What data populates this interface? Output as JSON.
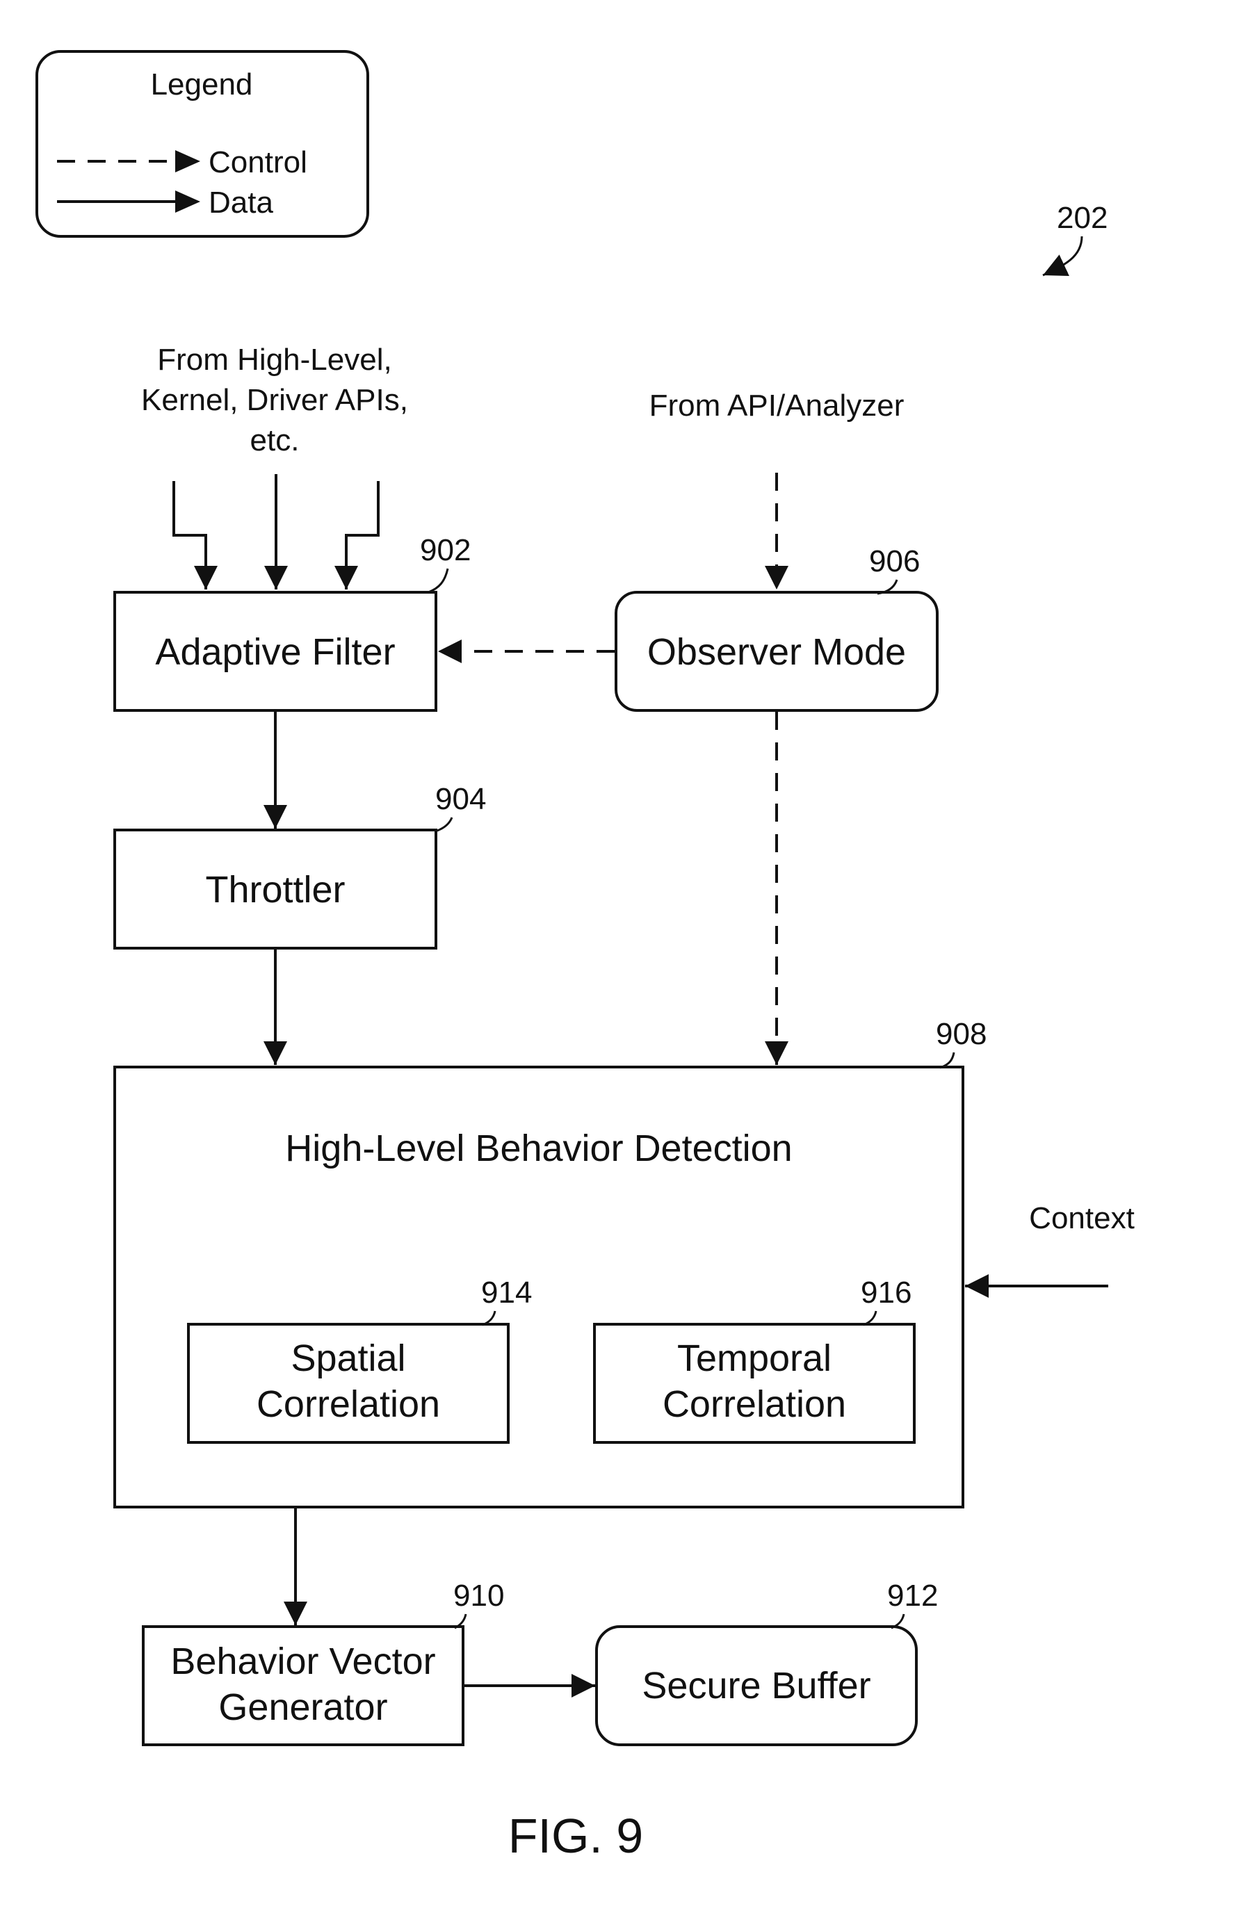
{
  "legend": {
    "title": "Legend",
    "control_label": "Control",
    "data_label": "Data"
  },
  "figure_ref": "202",
  "inputs": {
    "apis_line1": "From High-Level,",
    "apis_line2": "Kernel, Driver APIs,",
    "apis_line3": "etc.",
    "analyzer": "From API/Analyzer",
    "context": "Context"
  },
  "blocks": {
    "adaptive_filter": {
      "label": "Adaptive Filter",
      "ref": "902"
    },
    "throttler": {
      "label": "Throttler",
      "ref": "904"
    },
    "observer_mode": {
      "label": "Observer Mode",
      "ref": "906"
    },
    "behavior_detection": {
      "label": "High-Level Behavior Detection",
      "ref": "908"
    },
    "spatial": {
      "line1": "Spatial",
      "line2": "Correlation",
      "ref": "914"
    },
    "temporal": {
      "line1": "Temporal",
      "line2": "Correlation",
      "ref": "916"
    },
    "vector_generator": {
      "line1": "Behavior Vector",
      "line2": "Generator",
      "ref": "910"
    },
    "secure_buffer": {
      "label": "Secure Buffer",
      "ref": "912"
    }
  },
  "caption": "FIG. 9"
}
